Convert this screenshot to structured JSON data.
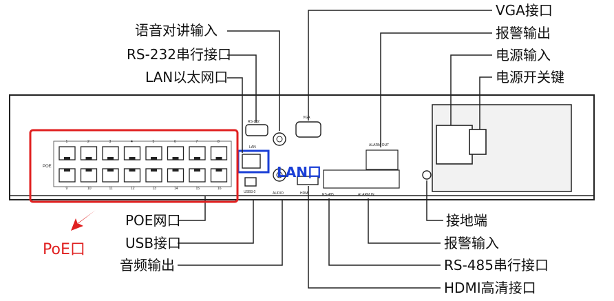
{
  "callouts_left_top": [
    {
      "id": "audio-in",
      "text": "语音对讲输入"
    },
    {
      "id": "rs232",
      "text": "RS-232串行接口"
    },
    {
      "id": "lan",
      "text": "LAN以太网口"
    }
  ],
  "callouts_right_top": [
    {
      "id": "vga",
      "text": "VGA接口"
    },
    {
      "id": "alarm-out",
      "text": "报警输出"
    },
    {
      "id": "power-in",
      "text": "电源输入"
    },
    {
      "id": "power-switch",
      "text": "电源开关键"
    }
  ],
  "callouts_left_bottom": [
    {
      "id": "poe",
      "text": "POE网口"
    },
    {
      "id": "usb",
      "text": "USB接口"
    },
    {
      "id": "audio-out",
      "text": "音频输出"
    }
  ],
  "callouts_right_bottom": [
    {
      "id": "ground",
      "text": "接地端"
    },
    {
      "id": "alarm-in",
      "text": "报警输入"
    },
    {
      "id": "rs485",
      "text": "RS-485串行接口"
    },
    {
      "id": "hdmi",
      "text": "HDMI高清接口"
    }
  ],
  "highlights": {
    "poe": "PoE口",
    "lan": "LAN口"
  },
  "panel": {
    "poe_label": "POE",
    "poe_top_numbers": [
      "1",
      "2",
      "3",
      "4",
      "5",
      "6",
      "7",
      "8"
    ],
    "poe_bottom_numbers": [
      "9",
      "10",
      "11",
      "12",
      "13",
      "14",
      "15",
      "16"
    ],
    "rs232_label": "RS-232",
    "lan_label": "LAN",
    "usb_label": "USB3.0",
    "vga_label": "VGA",
    "audio_label": "AUDIO",
    "hdmi_label": "HDMI",
    "rs485_label": "RS-485",
    "alarm_out_label": "ALARM OUT",
    "alarm_in_label": "ALARM IN"
  },
  "colors": {
    "highlight_red": "#e02020",
    "highlight_blue": "#1a3fd6",
    "panel_line": "#222222"
  }
}
